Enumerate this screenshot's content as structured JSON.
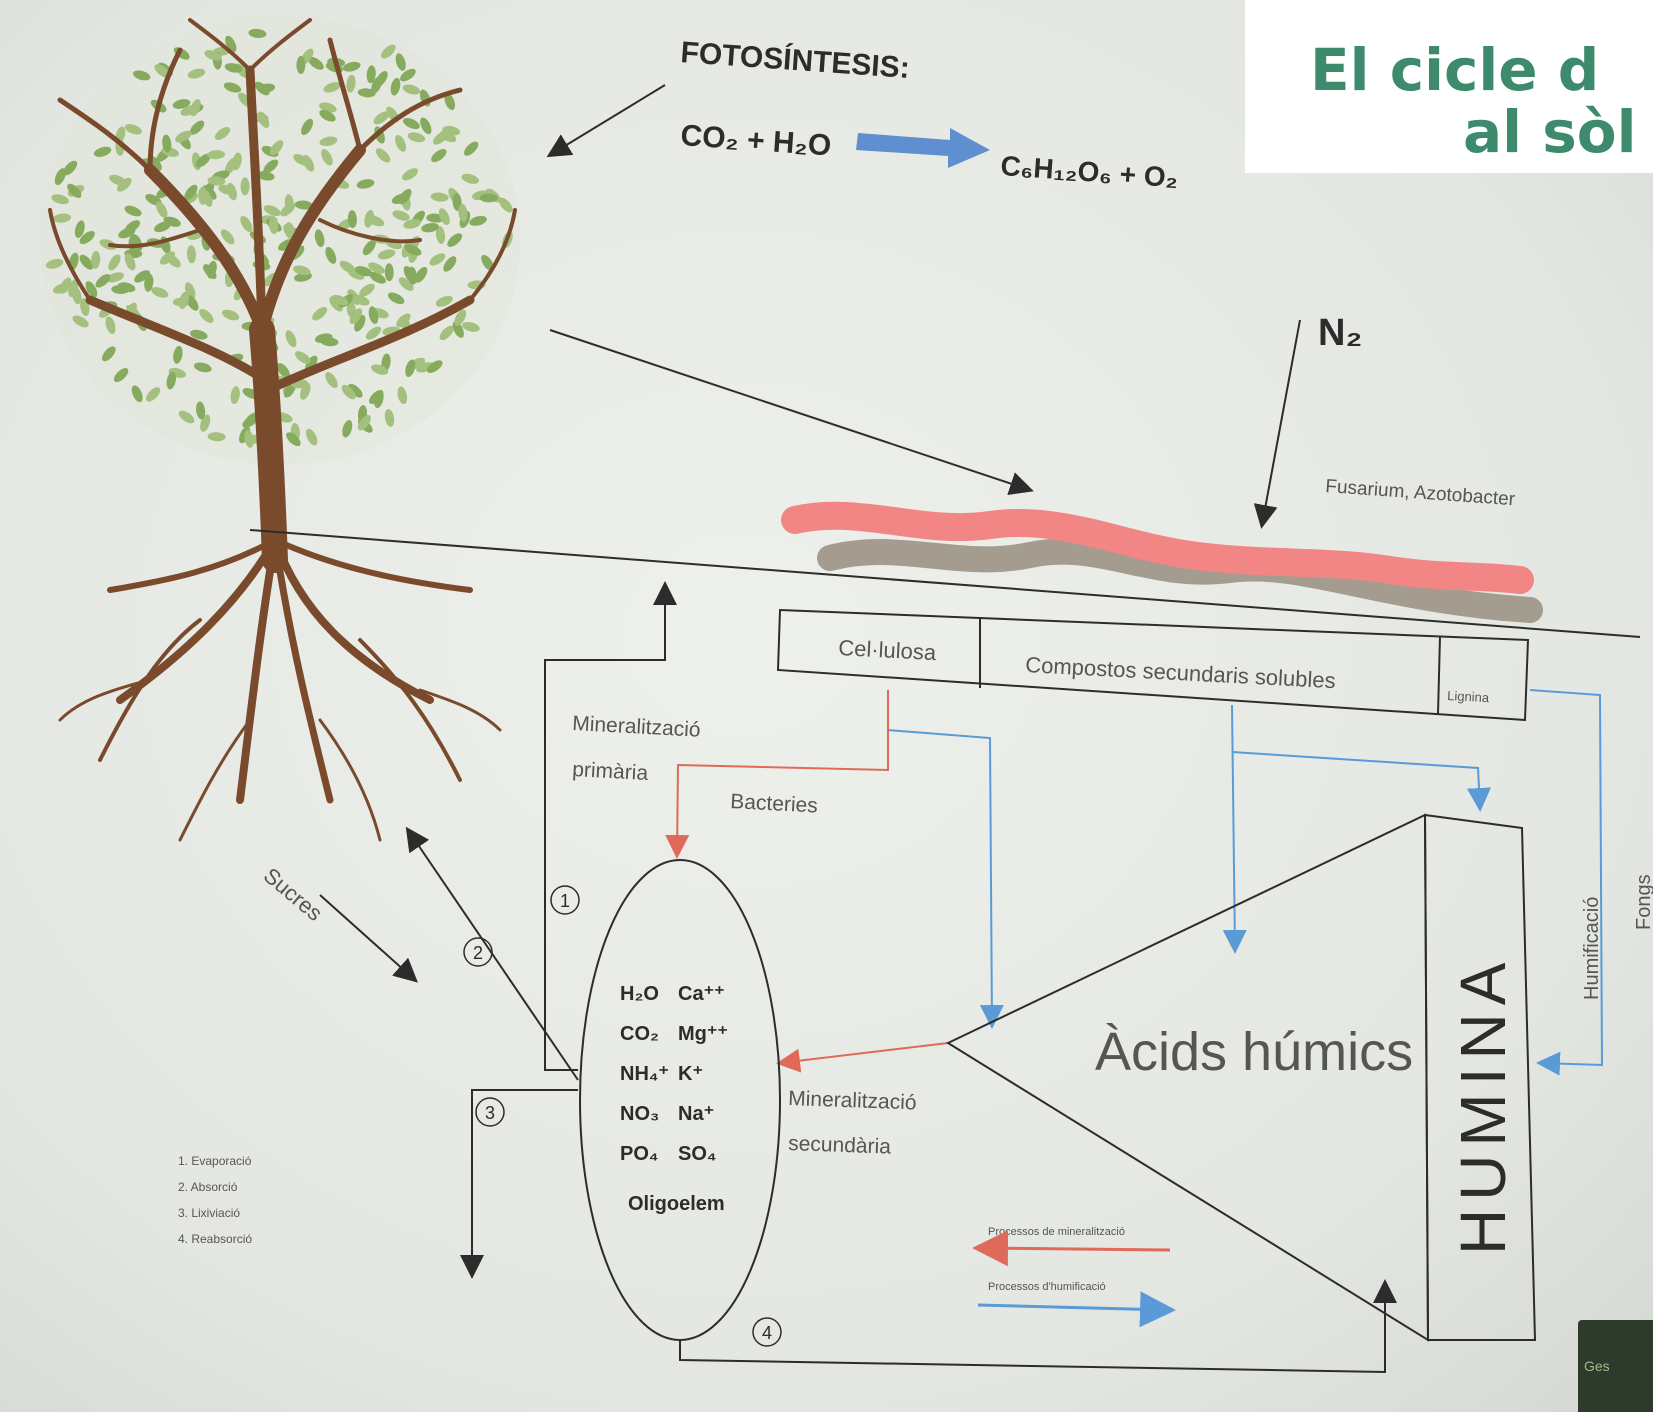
{
  "title": {
    "line1": "El cicle d",
    "line2": "al sòl"
  },
  "photosynthesis": {
    "heading": "FOTOSÍNTESIS:",
    "reactants": "CO₂ + H₂O",
    "products": "C₆H₁₂O₆ + O₂"
  },
  "n2_label": "N₂",
  "organisms_label": "Fusarium, Azotobacter",
  "fractions": {
    "cellulose": "Cel·lulosa",
    "secondary": "Compostos secundaris solubles",
    "lignin": "Lignina"
  },
  "mineralization_primary": {
    "line1": "Mineralització",
    "line2": "primària"
  },
  "bacteria_label": "Bacteries",
  "sugars_label": "Sucres",
  "nutrients": [
    {
      "a": "H₂O",
      "b": "Ca⁺⁺"
    },
    {
      "a": "CO₂",
      "b": "Mg⁺⁺"
    },
    {
      "a": "NH₄⁺",
      "b": "K⁺"
    },
    {
      "a": "NO₃",
      "b": "Na⁺"
    },
    {
      "a": "PO₄",
      "b": "SO₄"
    }
  ],
  "nutrients_last": "Oligoelem",
  "humic_acids_label": "Àcids húmics",
  "humin_label": "HUMINA",
  "mineralization_secondary": {
    "line1": "Mineralització",
    "line2": "secundària"
  },
  "humification_label": "Humificació",
  "fungi_label": "Fongs",
  "step_numbers": [
    "1",
    "2",
    "3",
    "4"
  ],
  "legend": {
    "red": "Processos de mineralització",
    "blue": "Processos d'humificació"
  },
  "footnotes": [
    "1. Evaporació",
    "2. Absorció",
    "3. Lixiviació",
    "4. Reabsorció"
  ],
  "colors": {
    "title": "#3d8a6c",
    "red": "#e06a5a",
    "blue": "#5a9ad6",
    "trunk": "#7a4a2c",
    "leaf": "#7fa65a",
    "litter_pink": "#f08080",
    "litter_gray": "#a09a8e"
  }
}
